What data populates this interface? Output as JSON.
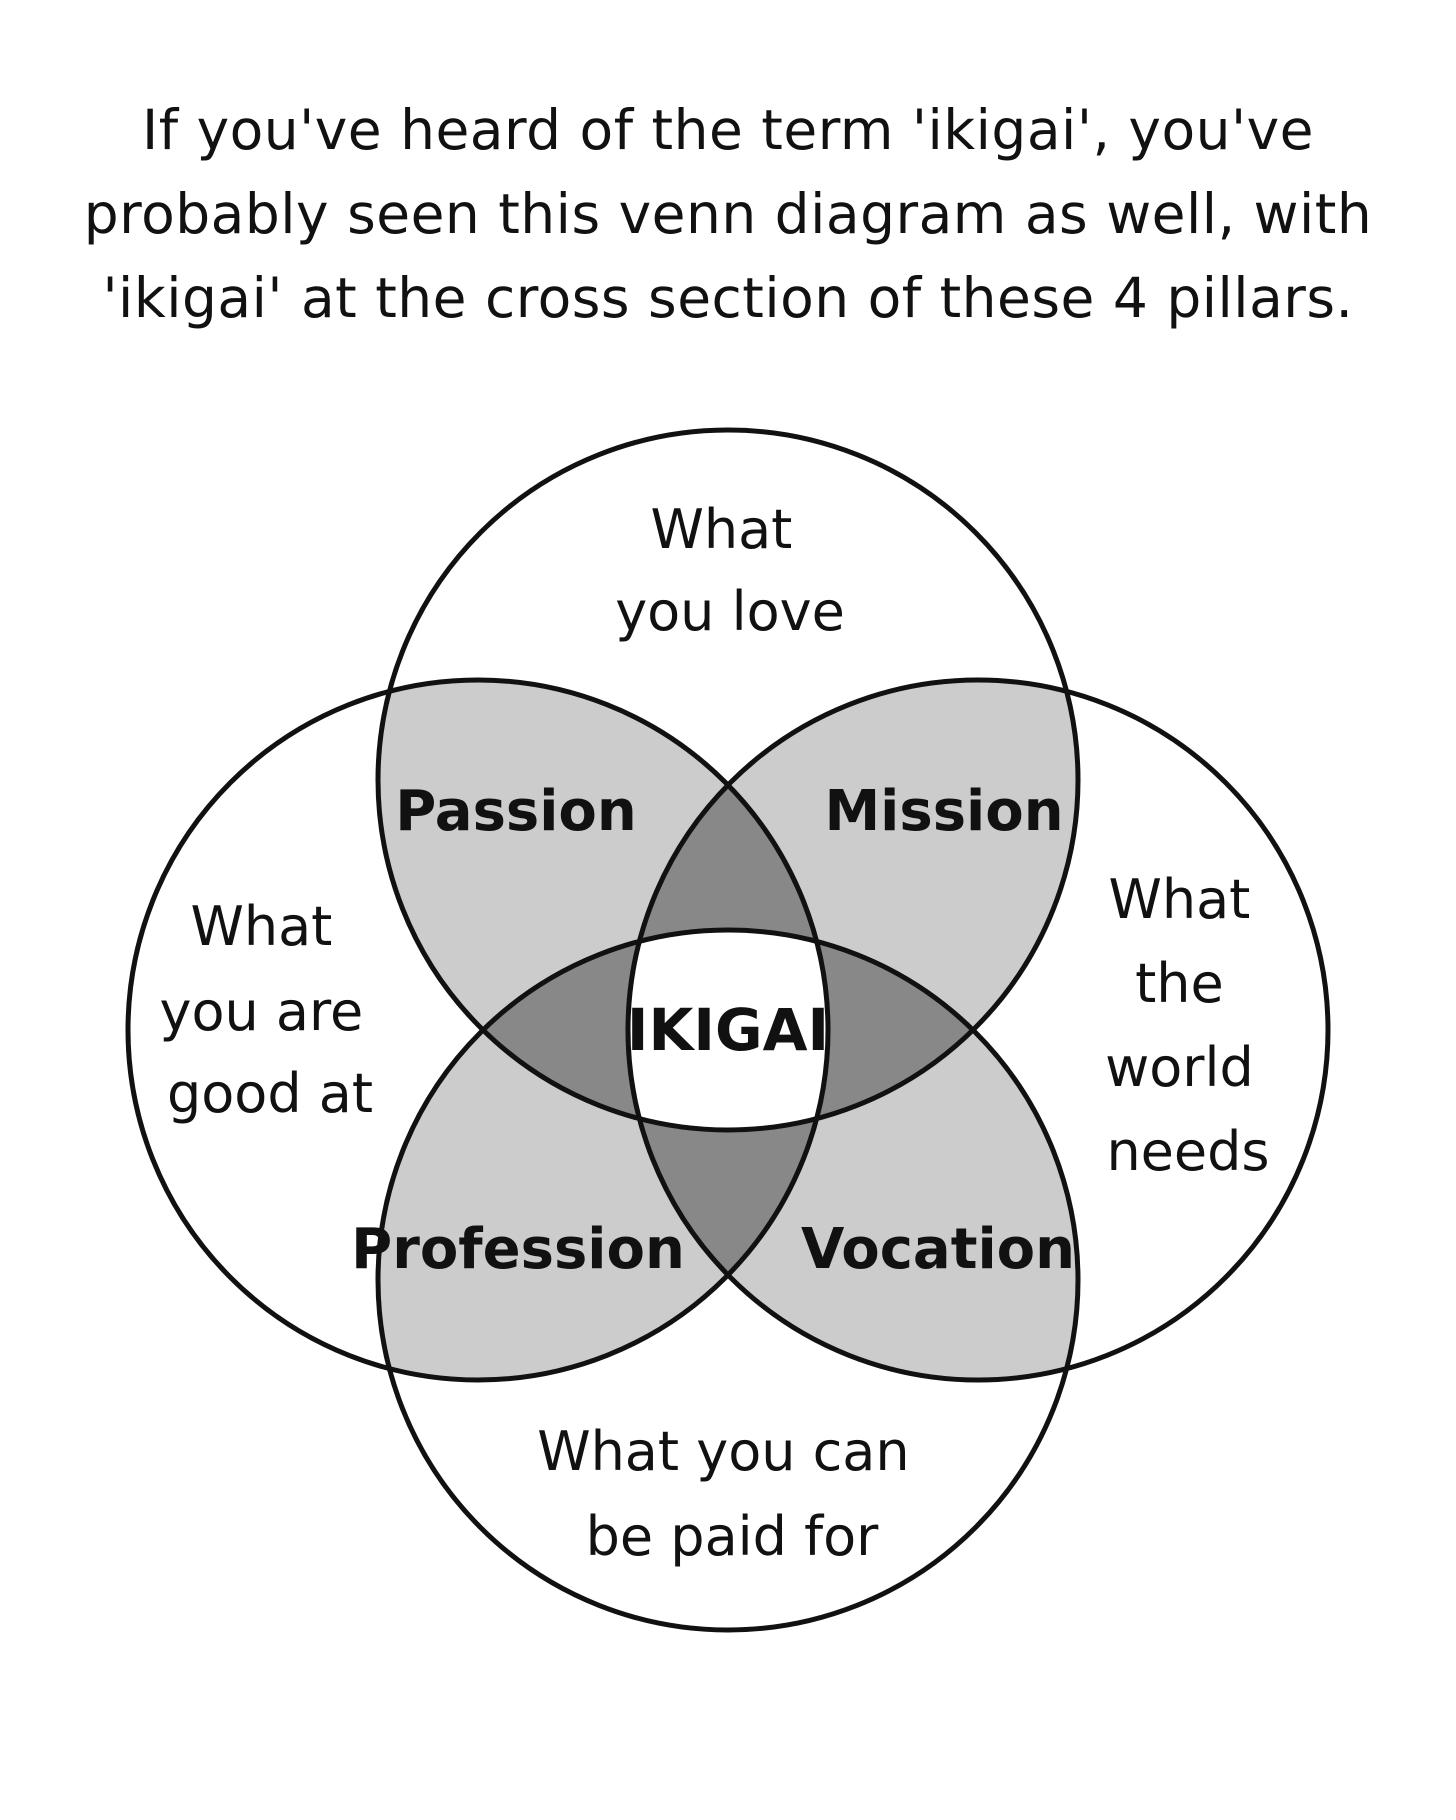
{
  "intro": {
    "lines": [
      "If you've heard of the term 'ikigai', you've",
      "probably seen this venn diagram as well, with",
      "'ikigai' at the cross section of these 4 pillars."
    ]
  },
  "diagram": {
    "circles": {
      "top": [
        "What",
        "you love"
      ],
      "left": [
        "What",
        "you are",
        "good at"
      ],
      "right": [
        "What",
        "the",
        "world",
        "needs"
      ],
      "bottom": [
        "What you can",
        "be paid for"
      ]
    },
    "overlaps": {
      "top_left": "Passion",
      "top_right": "Mission",
      "bottom_left": "Profession",
      "bottom_right": "Vocation"
    },
    "center": "IKIGAI"
  },
  "colors": {
    "stroke": "#111111",
    "background": "#ffffff",
    "double_overlap": "#cccccc",
    "triple_overlap": "#888888",
    "center": "#ffffff"
  }
}
